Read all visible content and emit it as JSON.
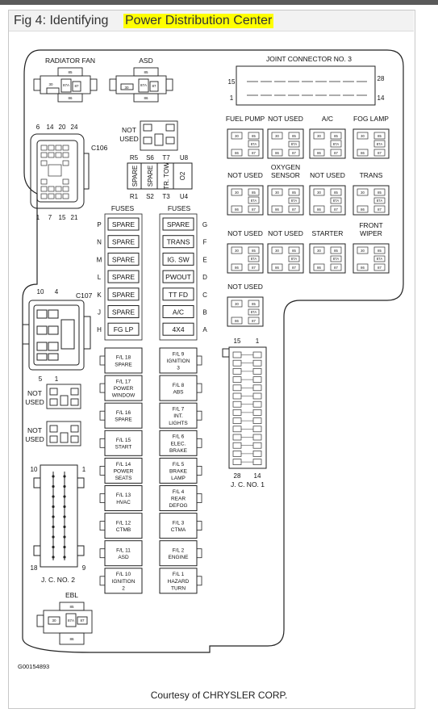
{
  "figure": {
    "title_prefix": "Fig 4: Identifying",
    "title_highlight": "Power Distribution Center",
    "highlight_color": "#ffff00",
    "courtesy": "Courtesy of CHRYSLER CORP.",
    "code": "G00154893"
  },
  "labels": {
    "radiator_fan": "RADIATOR FAN",
    "asd": "ASD",
    "joint_connector_3": "JOINT CONNECTOR NO. 3",
    "not_used": "NOT USED",
    "not": "NOT",
    "used": "USED",
    "fuel_pump": "FUEL PUMP",
    "ac": "A/C",
    "fog_lamp": "FOG LAMP",
    "oxygen": "OXYGEN",
    "sensor": "SENSOR",
    "trans": "TRANS",
    "starter": "STARTER",
    "front": "FRONT",
    "wiper": "WIPER",
    "c106": "C106",
    "c107": "C107",
    "ebl": "EBL",
    "fuses": "FUSES",
    "jc1": "J. C. NO. 1",
    "jc2": "J. C. NO. 2"
  },
  "pins": {
    "jc3": {
      "p15": "15",
      "p28": "28",
      "p1": "1",
      "p14": "14"
    },
    "c106_top": [
      "6",
      "14",
      "20",
      "24"
    ],
    "c106_bottom": [
      "1",
      "7",
      "15",
      "21"
    ],
    "c107_top": [
      "10",
      "4"
    ],
    "c107_bottom": [
      "5",
      "1"
    ],
    "jc1_top": [
      "15",
      "1"
    ],
    "jc1_bottom": [
      "28",
      "14"
    ],
    "jc2": {
      "tl": "10",
      "tr": "1",
      "bl": "18",
      "br": "9"
    }
  },
  "relay_pins": {
    "p30": "30",
    "p85": "85",
    "p86": "86",
    "p87": "87",
    "p87a": "87A"
  },
  "small_relay": {
    "top": [
      "R5",
      "S6",
      "T7",
      "U8"
    ],
    "bottom": [
      "R1",
      "S2",
      "T3",
      "U4"
    ],
    "cells": [
      "SPARE",
      "SPARE",
      "TR. TOW",
      "O2"
    ]
  },
  "fuses_left": [
    {
      "letter": "P",
      "label": "SPARE"
    },
    {
      "letter": "N",
      "label": "SPARE"
    },
    {
      "letter": "M",
      "label": "SPARE"
    },
    {
      "letter": "L",
      "label": "SPARE"
    },
    {
      "letter": "K",
      "label": "SPARE"
    },
    {
      "letter": "J",
      "label": "SPARE"
    },
    {
      "letter": "H",
      "label": "FG LP"
    }
  ],
  "fuses_right": [
    {
      "letter": "G",
      "label": "SPARE"
    },
    {
      "letter": "F",
      "label": "TRANS"
    },
    {
      "letter": "E",
      "label": "IG. SW"
    },
    {
      "letter": "D",
      "label": "PWOUT"
    },
    {
      "letter": "C",
      "label": "TT FD"
    },
    {
      "letter": "B",
      "label": "A/C"
    },
    {
      "letter": "A",
      "label": "4X4"
    }
  ],
  "fuse_links_left": [
    {
      "lines": [
        "F/L 18",
        "SPARE"
      ]
    },
    {
      "lines": [
        "F/L 17",
        "POWER",
        "WINDOW"
      ]
    },
    {
      "lines": [
        "F/L 16",
        "SPARE"
      ]
    },
    {
      "lines": [
        "F/L 15",
        "START"
      ]
    },
    {
      "lines": [
        "F/L 14",
        "POWER",
        "SEATS"
      ]
    },
    {
      "lines": [
        "F/L 13",
        "HVAC"
      ]
    },
    {
      "lines": [
        "F/L 12",
        "CTMB"
      ]
    },
    {
      "lines": [
        "F/L 11",
        "ASD"
      ]
    },
    {
      "lines": [
        "F/L 10",
        "IGNITION",
        "2"
      ]
    }
  ],
  "fuse_links_right": [
    {
      "lines": [
        "F/L 9",
        "IGNITION",
        "3"
      ]
    },
    {
      "lines": [
        "F/L 8",
        "ABS"
      ]
    },
    {
      "lines": [
        "F/L 7",
        "INT.",
        "LIGHTS"
      ]
    },
    {
      "lines": [
        "F/L 6",
        "ELEC.",
        "BRAKE"
      ]
    },
    {
      "lines": [
        "F/L 5",
        "BRAKE",
        "LAMP"
      ]
    },
    {
      "lines": [
        "F/L 4",
        "REAR",
        "DEFOG"
      ]
    },
    {
      "lines": [
        "F/L 3",
        "CTMA"
      ]
    },
    {
      "lines": [
        "F/L 2",
        "ENGINE"
      ]
    },
    {
      "lines": [
        "F/L 1",
        "HAZARD",
        "TURN"
      ]
    }
  ]
}
